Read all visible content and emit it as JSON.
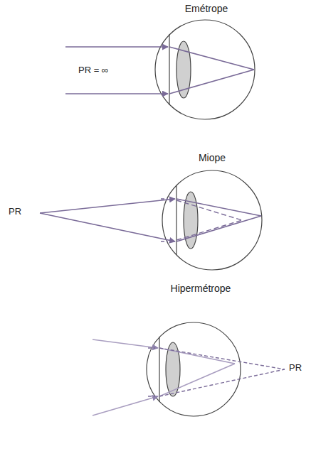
{
  "diagram": {
    "labels": [
      "Emétrope",
      "PR = ∞",
      "Miope",
      "PR",
      "Hipermétrope",
      "PR"
    ]
  }
}
